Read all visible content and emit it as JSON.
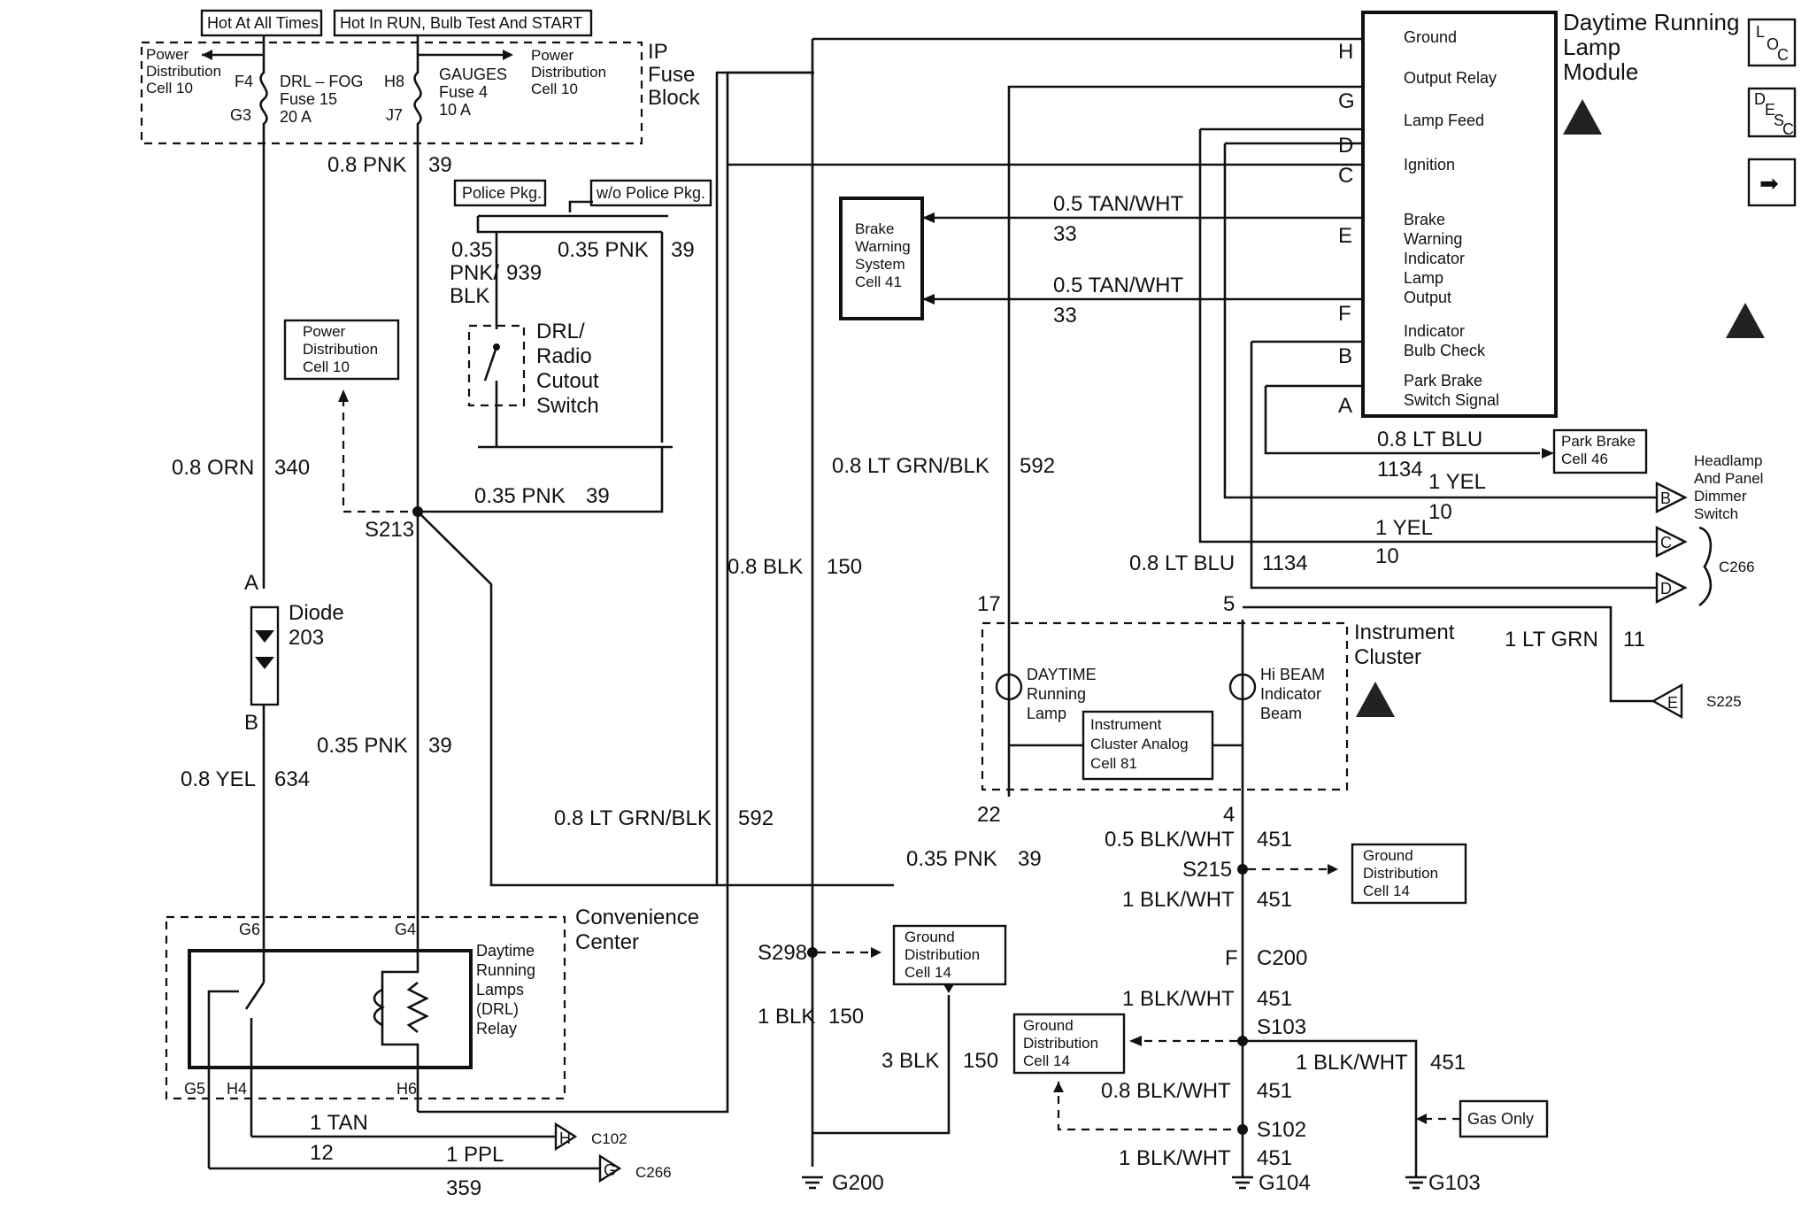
{
  "header": {
    "hot_all": "Hot At All Times",
    "hot_run": "Hot In RUN, Bulb Test And START"
  },
  "fuse_block": {
    "title_1": "IP",
    "title_2": "Fuse",
    "title_3": "Block",
    "left_pd_1": "Power",
    "left_pd_2": "Distribution",
    "left_pd_3": "Cell 10",
    "right_pd_1": "Power",
    "right_pd_2": "Distribution",
    "right_pd_3": "Cell 10",
    "f4": "F4",
    "g3": "G3",
    "drl_fog": "DRL – FOG",
    "fuse15": "Fuse 15",
    "amp20": "20 A",
    "h8": "H8",
    "j7": "J7",
    "gauges": "GAUGES",
    "fuse4": "Fuse 4",
    "amp10": "10 A"
  },
  "wires": {
    "pnk39_top": "0.8 PNK",
    "n39": "39",
    "police": "Police Pkg.",
    "wo_police": "w/o Police Pkg.",
    "w035a": "0.35",
    "w035b": "PNK/",
    "w035c": "BLK",
    "n939": "939",
    "pnk035": "0.35 PNK",
    "orn": "0.8 ORN",
    "n340": "340",
    "yel634": "0.8 YEL",
    "n634": "634",
    "pnk035b": "0.35 PNK",
    "ltgrnblk": "0.8 LT GRN/BLK",
    "n592": "592",
    "blk150": "0.8 BLK",
    "n150": "150",
    "tanwht1": "0.5 TAN/WHT",
    "n33a": "33",
    "tanwht2": "0.5 TAN/WHT",
    "n33b": "33",
    "ltblu": "0.8 LT BLU",
    "n1134": "1134",
    "yel1a": "1 YEL",
    "n10a": "10",
    "yel1b": "1 YEL",
    "n10b": "10",
    "ltblu2": "0.8 LT BLU",
    "n1134b": "1134",
    "ltgrn11": "1 LT GRN",
    "n11": "11",
    "blkwht05": "0.5 BLK/WHT",
    "n451a": "451",
    "blkwht1a": "1 BLK/WHT",
    "n451b": "451",
    "blkwht1b": "1 BLK/WHT",
    "n451c": "451",
    "blkwht1c": "1 BLK/WHT",
    "n451d": "451",
    "blkwht08": "0.8 BLK/WHT",
    "n451e": "451",
    "blkwht1d": "1 BLK/WHT",
    "n451f": "451",
    "blk1": "1 BLK",
    "n150b": "150",
    "blk3": "3 BLK",
    "n150c": "150",
    "tan1": "1 TAN",
    "n12": "12",
    "ppl1": "1 PPL",
    "n359": "359",
    "pnk035c": "0.35 PNK",
    "n39c": "39",
    "ltgrnblk2": "0.8 LT GRN/BLK",
    "n592b": "592",
    "pnk035d": "0.35 PNK",
    "n39d": "39",
    "pnk035e": "0.35 PNK",
    "n39e": "39"
  },
  "components": {
    "pd_left_1": "Power",
    "pd_left_2": "Distribution",
    "pd_left_3": "Cell 10",
    "drl_sw_1": "DRL/",
    "drl_sw_2": "Radio",
    "drl_sw_3": "Cutout",
    "drl_sw_4": "Switch",
    "s213": "S213",
    "diode_a": "A",
    "diode_b": "B",
    "diode_1": "Diode",
    "diode_2": "203",
    "brake_1": "Brake",
    "brake_2": "Warning",
    "brake_3": "System",
    "brake_4": "Cell 41",
    "conv_1": "Convenience",
    "conv_2": "Center",
    "g6": "G6",
    "g4": "G4",
    "g5": "G5",
    "h4": "H4",
    "h6": "H6",
    "relay_1": "Daytime",
    "relay_2": "Running",
    "relay_3": "Lamps",
    "relay_4": "(DRL)",
    "relay_5": "Relay",
    "c102": "C102",
    "c266a": "C266",
    "h_conn": "H",
    "g_conn": "G",
    "s298": "S298",
    "gd1_1": "Ground",
    "gd1_2": "Distribution",
    "gd1_3": "Cell 14",
    "g200": "G200",
    "module_1": "Daytime Running",
    "module_2": "Lamp",
    "module_3": "Module",
    "pin_ground": "Ground",
    "pin_output": "Output Relay",
    "pin_lamp": "Lamp Feed",
    "pin_ign": "Ignition",
    "pin_bw1": "Brake",
    "pin_bw2": "Warning",
    "pin_bw3": "Indicator",
    "pin_bw4": "Lamp",
    "pin_bw5": "Output",
    "pin_ib1": "Indicator",
    "pin_ib2": "Bulb Check",
    "pin_pb1": "Park Brake",
    "pin_pb2": "Switch Signal",
    "ltr_h": "H",
    "ltr_g": "G",
    "ltr_d": "D",
    "ltr_c": "C",
    "ltr_e": "E",
    "ltr_f": "F",
    "ltr_b": "B",
    "ltr_a": "A",
    "parkbrake_1": "Park Brake",
    "parkbrake_2": "Cell 46",
    "hd_1": "Headlamp",
    "hd_2": "And Panel",
    "hd_3": "Dimmer",
    "hd_4": "Switch",
    "c266b": "C266",
    "tri_b": "B",
    "tri_c": "C",
    "tri_d": "D",
    "tri_e": "E",
    "s225": "S225",
    "ic_1": "Instrument",
    "ic_2": "Cluster",
    "p17": "17",
    "p5": "5",
    "p22": "22",
    "p4": "4",
    "drl_l1": "DAYTIME",
    "drl_l2": "Running",
    "drl_l3": "Lamp",
    "hib_1": "Hi BEAM",
    "hib_2": "Indicator",
    "hib_3": "Beam",
    "ica_1": "Instrument",
    "ica_2": "Cluster Analog",
    "ica_3": "Cell 81",
    "s215": "S215",
    "gd2_1": "Ground",
    "gd2_2": "Distribution",
    "gd2_3": "Cell 14",
    "c200_f": "F",
    "c200": "C200",
    "s103": "S103",
    "gd3_1": "Ground",
    "gd3_2": "Distribution",
    "gd3_3": "Cell 14",
    "s102": "S102",
    "gas": "Gas Only",
    "g104": "G104",
    "g103": "G103"
  },
  "nav": {
    "loc_1": "L",
    "loc_2": "O",
    "loc_3": "C",
    "desc_1": "D",
    "desc_2": "E",
    "desc_3": "S",
    "desc_4": "C",
    "arrow": "➡"
  }
}
